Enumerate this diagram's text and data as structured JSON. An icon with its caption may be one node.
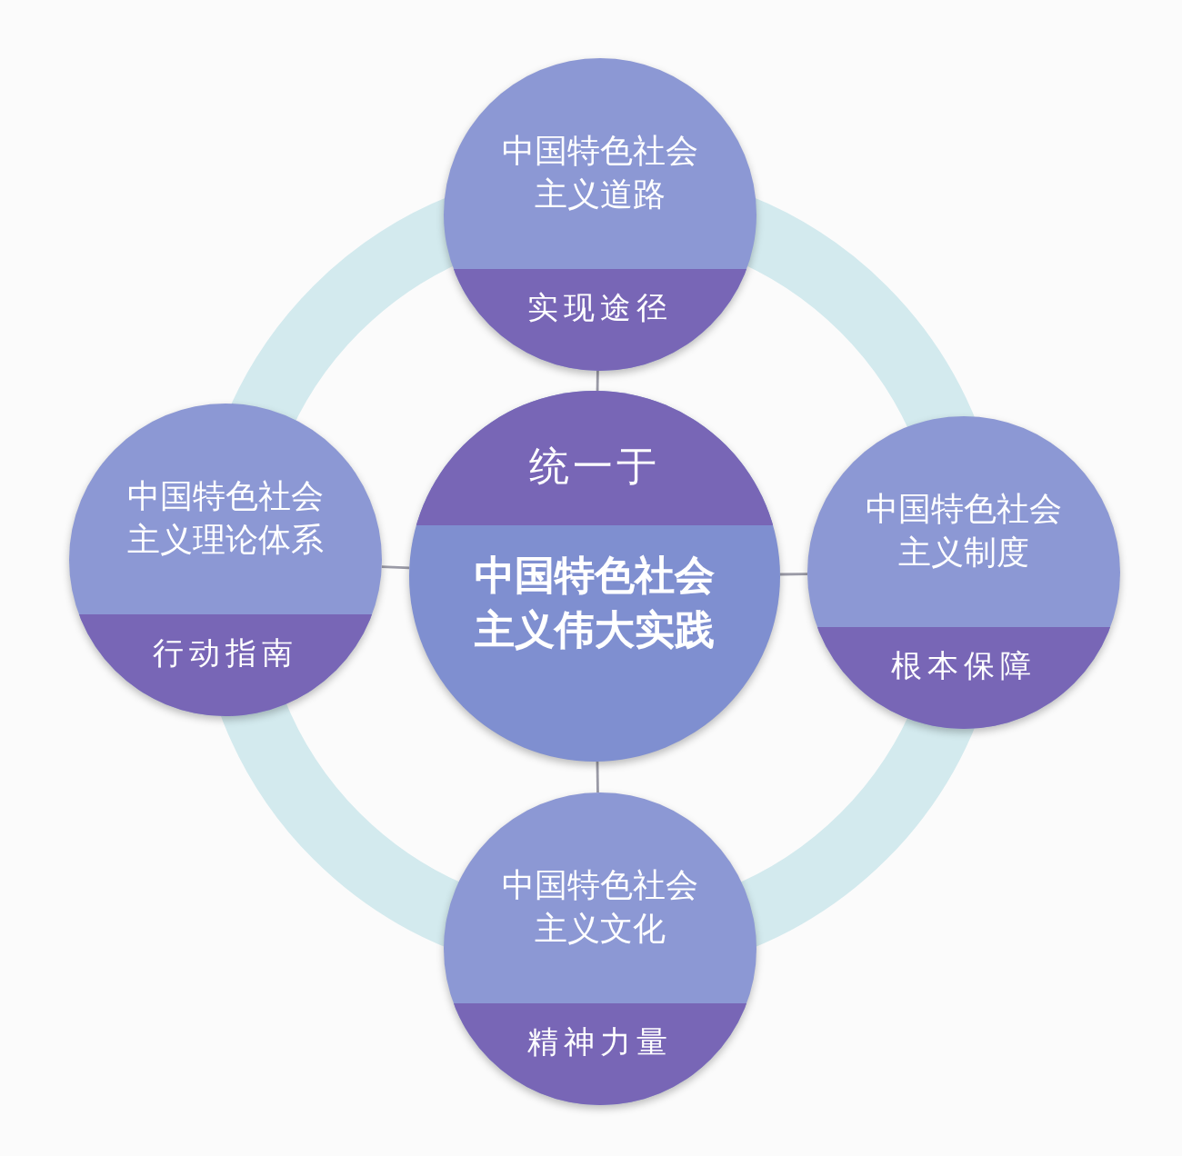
{
  "diagram": {
    "nodes": [
      {
        "text": [
          "中国特色社会主义道路",
          "实现途径"
        ]
      },
      {
        "text": [
          "中国特色社会主义理论体系",
          "行动指南"
        ]
      },
      {
        "text": [
          "统一于",
          "中国特色社会主义伟大实践"
        ]
      },
      {
        "text": [
          "中国特色社会主义制度",
          "根本保障"
        ]
      },
      {
        "text": [
          "中国特色社会主义文化",
          "精神力量"
        ]
      }
    ],
    "edges": [
      {
        "from": 2,
        "to": 0,
        "arrow": "none"
      },
      {
        "from": 2,
        "to": 1,
        "arrow": "none"
      },
      {
        "from": 2,
        "to": 3,
        "arrow": "none"
      },
      {
        "from": 2,
        "to": 4,
        "arrow": "none"
      }
    ]
  }
}
